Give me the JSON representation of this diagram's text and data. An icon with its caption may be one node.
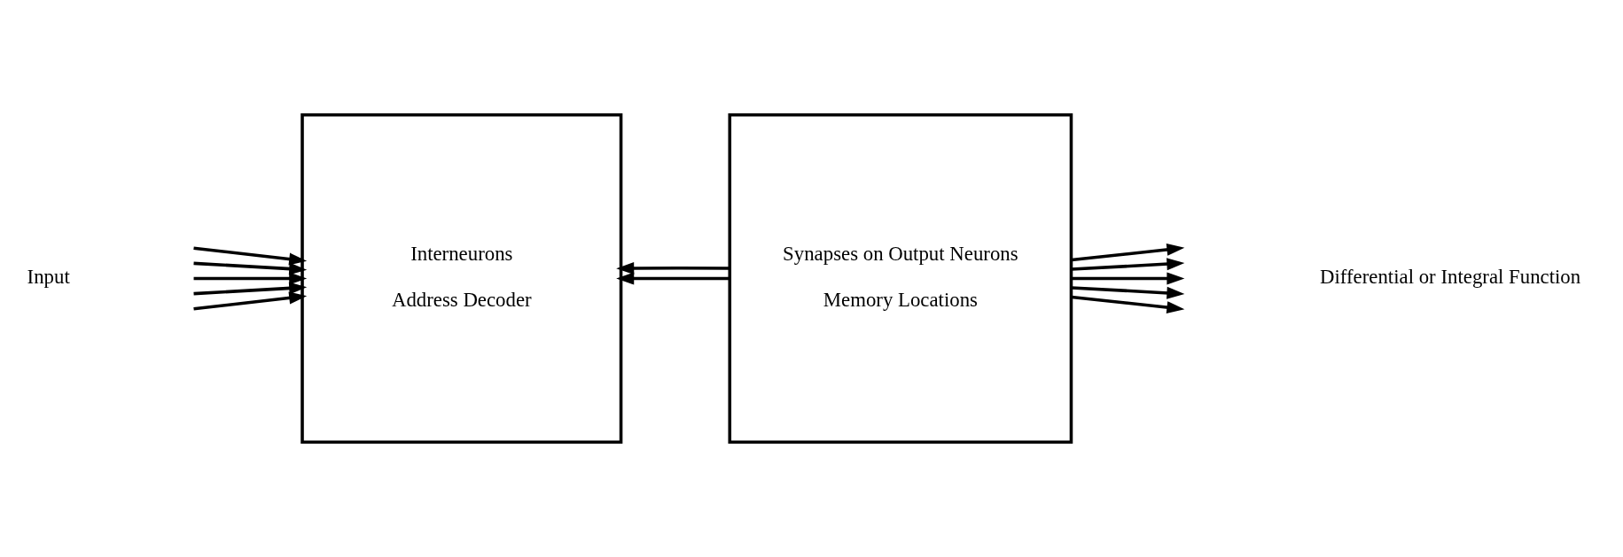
{
  "diagram": {
    "nodes": [
      {
        "text": [
          "Interneurons",
          "Address Decoder"
        ]
      },
      {
        "text": [
          "Synapses on Output Neurons",
          "Memory Locations"
        ]
      }
    ],
    "edges": [
      {
        "from": null,
        "to": 0,
        "arrow": "to"
      },
      {
        "from": null,
        "to": 0,
        "arrow": "to"
      },
      {
        "from": null,
        "to": 0,
        "arrow": "to"
      },
      {
        "from": null,
        "to": 0,
        "arrow": "to"
      },
      {
        "from": null,
        "to": 0,
        "arrow": "to"
      },
      {
        "from": 1,
        "to": 0,
        "arrow": "to"
      },
      {
        "from": 1,
        "to": 0,
        "arrow": "to"
      },
      {
        "from": 1,
        "to": null,
        "arrow": "to"
      },
      {
        "from": 1,
        "to": null,
        "arrow": "to"
      },
      {
        "from": 1,
        "to": null,
        "arrow": "to"
      },
      {
        "from": 1,
        "to": null,
        "arrow": "to"
      },
      {
        "from": 1,
        "to": null,
        "arrow": "to"
      }
    ],
    "labels": [
      "Input",
      "Differential or Integral Function"
    ]
  }
}
